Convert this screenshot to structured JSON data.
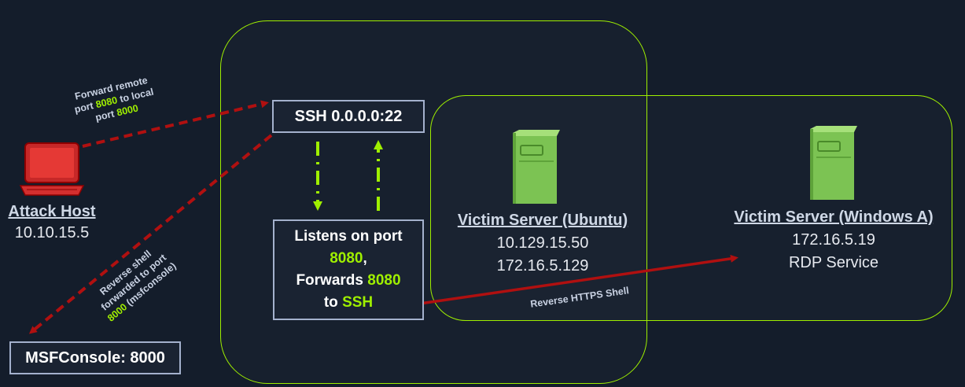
{
  "attack_host": {
    "title": "Attack Host",
    "ip": "10.10.15.5"
  },
  "ssh_box": {
    "label": "SSH 0.0.0.0:22"
  },
  "listen_box": {
    "line1": "Listens on port",
    "port1": "8080",
    "comma": ",",
    "line3_prefix": "Forwards ",
    "port2": "8080",
    "line4_prefix": "to ",
    "target": "SSH"
  },
  "msf_box": {
    "label": "MSFConsole: 8000"
  },
  "ubuntu": {
    "title": "Victim Server (Ubuntu)",
    "ip1": "10.129.15.50",
    "ip2": "172.16.5.129"
  },
  "windows": {
    "title": "Victim Server (Windows A)",
    "ip": "172.16.5.19",
    "service": "RDP Service"
  },
  "annotations": {
    "forward": {
      "l1": "Forward remote",
      "l2a": "port ",
      "l2b": "8080",
      "l2c": " to local",
      "l3a": "port ",
      "l3b": "8000"
    },
    "reverse": {
      "l1": "Reverse shell",
      "l2": "forwarded to port",
      "l3a": "8000",
      "l3b": " (msfconsole)"
    },
    "https": "Reverse HTTPS Shell"
  },
  "colors": {
    "background": "#141d2b",
    "accent_green": "#9fef00",
    "arrow_red": "#b01010",
    "box_border": "#a4b1cd",
    "server_green": "#8fd16a"
  },
  "icons": [
    "laptop-icon",
    "server-icon"
  ]
}
